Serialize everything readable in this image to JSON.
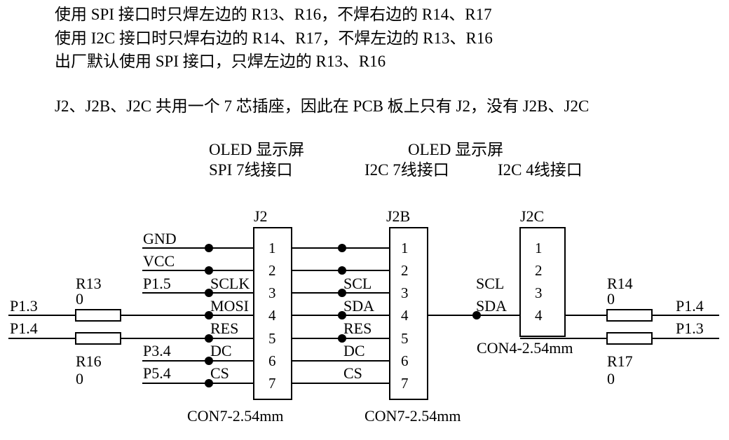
{
  "notes": [
    "使用 SPI 接口时只焊左边的 R13、R16，不焊右边的 R14、R17",
    "使用 I2C 接口时只焊右边的 R14、R17，不焊左边的 R13、R16",
    "出厂默认使用 SPI 接口，只焊左边的 R13、R16",
    "J2、J2B、J2C 共用一个 7 芯插座，因此在 PCB 板上只有 J2，没有 J2B、J2C"
  ],
  "headers": {
    "spi_title": "OLED 显示屏",
    "spi_sub": "SPI 7线接口",
    "i2c_title": "OLED 显示屏",
    "i2c7_sub": "I2C 7线接口",
    "i2c4_sub": "I2C 4线接口"
  },
  "connectors": {
    "j2": {
      "ref": "J2",
      "part": "CON7-2.54mm",
      "pins": [
        "1",
        "2",
        "3",
        "4",
        "5",
        "6",
        "7"
      ]
    },
    "j2b": {
      "ref": "J2B",
      "part": "CON7-2.54mm",
      "pins": [
        "1",
        "2",
        "3",
        "4",
        "5",
        "6",
        "7"
      ]
    },
    "j2c": {
      "ref": "J2C",
      "part": "CON4-2.54mm",
      "pins": [
        "1",
        "2",
        "3",
        "4"
      ]
    }
  },
  "nets_left": {
    "gnd": "GND",
    "vcc": "VCC",
    "p15": "P1.5",
    "p34": "P3.4",
    "p54": "P5.4"
  },
  "j2_signals": [
    "SCLK",
    "MOSI",
    "RES",
    "DC",
    "CS"
  ],
  "j2b_signals": [
    "SCL",
    "SDA",
    "RES",
    "DC",
    "CS"
  ],
  "j2c_signals": [
    "SCL",
    "SDA"
  ],
  "resistors_left": {
    "r13": {
      "ref": "R13",
      "value": "0"
    },
    "r16": {
      "ref": "R16",
      "value": "0"
    },
    "net_top": "P1.3",
    "net_bottom": "P1.4"
  },
  "resistors_right": {
    "r14": {
      "ref": "R14",
      "value": "0"
    },
    "r17": {
      "ref": "R17",
      "value": "0"
    },
    "net_top": "P1.4",
    "net_bottom": "P1.3"
  }
}
